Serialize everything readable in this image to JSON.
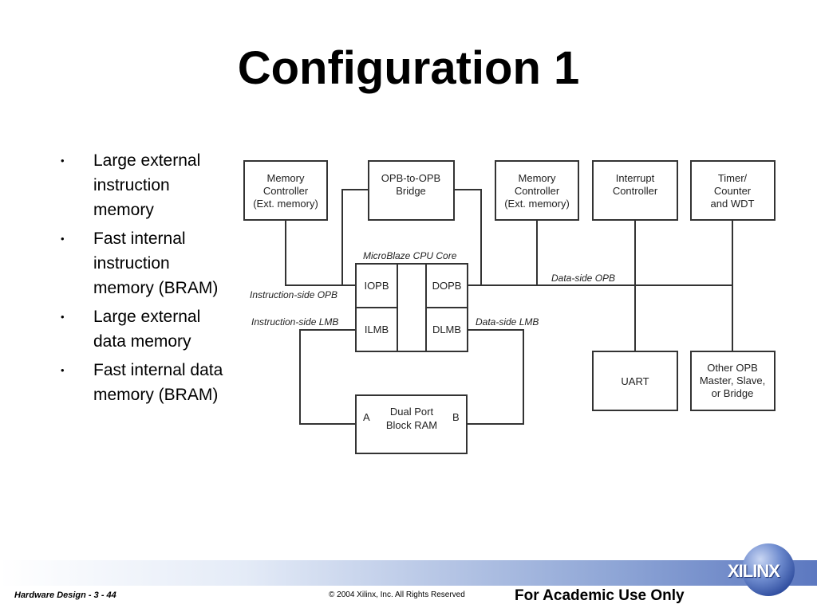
{
  "slide": {
    "title": "Configuration 1"
  },
  "bullets": [
    "Large external instruction memory",
    "Fast internal instruction memory (BRAM)",
    "Large external data memory",
    "Fast internal data memory (BRAM)"
  ],
  "diagram": {
    "boxes": {
      "mem_ctrl_instr": [
        "Memory",
        "Controller",
        "(Ext. memory)"
      ],
      "opb_bridge": [
        "OPB-to-OPB",
        "Bridge"
      ],
      "mem_ctrl_data": [
        "Memory",
        "Controller",
        "(Ext. memory)"
      ],
      "intc": [
        "Interrupt",
        "Controller"
      ],
      "timer": [
        "Timer/",
        "Counter",
        "and WDT"
      ],
      "uart": [
        "UART"
      ],
      "other_opb": [
        "Other OPB",
        "Master, Slave,",
        "or Bridge"
      ],
      "bram": [
        "Dual Port",
        "Block RAM"
      ],
      "bram_port_a": "A",
      "bram_port_b": "B"
    },
    "cpu": {
      "label": "MicroBlaze CPU Core",
      "iopb": "IOPB",
      "dopb": "DOPB",
      "ilmb": "ILMB",
      "dlmb": "DLMB"
    },
    "bus_labels": {
      "instruction_opb": "Instruction-side OPB",
      "instruction_lmb": "Instruction-side LMB",
      "data_opb": "Data-side OPB",
      "data_lmb": "Data-side LMB"
    }
  },
  "footer": {
    "left": "Hardware Design  -  3 - 44",
    "copyright": "© 2004 Xilinx, Inc. All Rights Reserved",
    "academic": "For Academic Use Only",
    "logo_text": "XILINX"
  },
  "colors": {
    "footer_band_end": "#5c78c0",
    "logo_globe": "#2c4a9c"
  }
}
